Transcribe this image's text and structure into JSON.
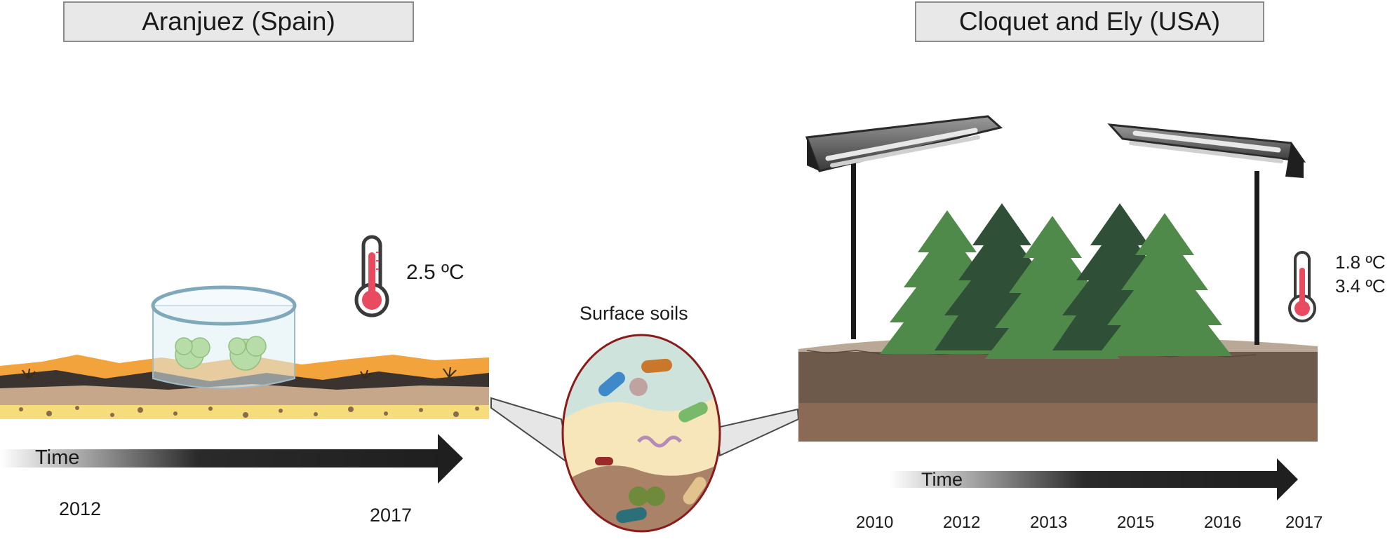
{
  "left_site": {
    "title": "Aranjuez (Spain)",
    "warming": "2.5 ºC",
    "time_label": "Time",
    "years": [
      "2012",
      "2017"
    ]
  },
  "center": {
    "title": "Surface soils"
  },
  "right_site": {
    "title": "Cloquet and Ely (USA)",
    "warming": [
      "1.8 ºC",
      "3.4 ºC"
    ],
    "time_label": "Time",
    "years": [
      "2010",
      "2012",
      "2013",
      "2015",
      "2016",
      "2017"
    ]
  },
  "colors": {
    "thermometer_red": "#e84a5f",
    "soil_ring": "#8b1a1a",
    "arrow": "#1f1f1f",
    "tree_green": "#4f8a4a",
    "tree_dark": "#2f4f37"
  },
  "icons": [
    "thermometer-icon",
    "lamp-icon",
    "tree-icon",
    "bacteria-icon",
    "open-top-chamber-icon"
  ]
}
